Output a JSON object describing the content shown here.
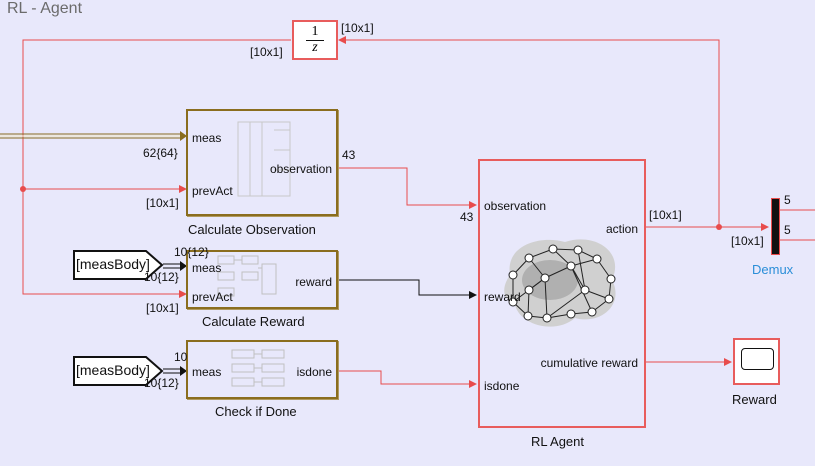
{
  "subsystem_title": "RL - Agent",
  "unit_delay": {
    "numerator": "1",
    "denominator": "z",
    "in_dim": "[10x1]",
    "out_dim": "[10x1]"
  },
  "blocks": {
    "calc_obs": {
      "name": "Calculate Observation",
      "ports_in": [
        "meas",
        "prevAct"
      ],
      "port_out": "observation"
    },
    "calc_reward": {
      "name": "Calculate Reward",
      "ports_in": [
        "meas",
        "prevAct"
      ],
      "port_out": "reward"
    },
    "check_done": {
      "name": "Check if Done",
      "ports_in": [
        "meas"
      ],
      "port_out": "isdone"
    },
    "rl_agent": {
      "name": "RL Agent",
      "ports_in": [
        "observation",
        "reward",
        "isdone"
      ],
      "ports_out": [
        "action",
        "cumulative reward"
      ]
    },
    "demux": {
      "name": "Demux",
      "out1": "5",
      "out2": "5"
    },
    "reward_scope": {
      "name": "Reward"
    }
  },
  "goto_tags": [
    "[measBody]",
    "[measBody]"
  ],
  "signal_labels": {
    "meas_bus": "62{64}",
    "prevact_obs": "[10x1]",
    "obs_out": "43",
    "obs_in": "43",
    "reward_meas": "10{12}",
    "reward_meas2": "10{12}",
    "prevact_reward": "[10x1]",
    "done_meas_top": "10",
    "done_meas": "10{12}",
    "action_out": "[10x1]",
    "demux_in": "[10x1]"
  }
}
